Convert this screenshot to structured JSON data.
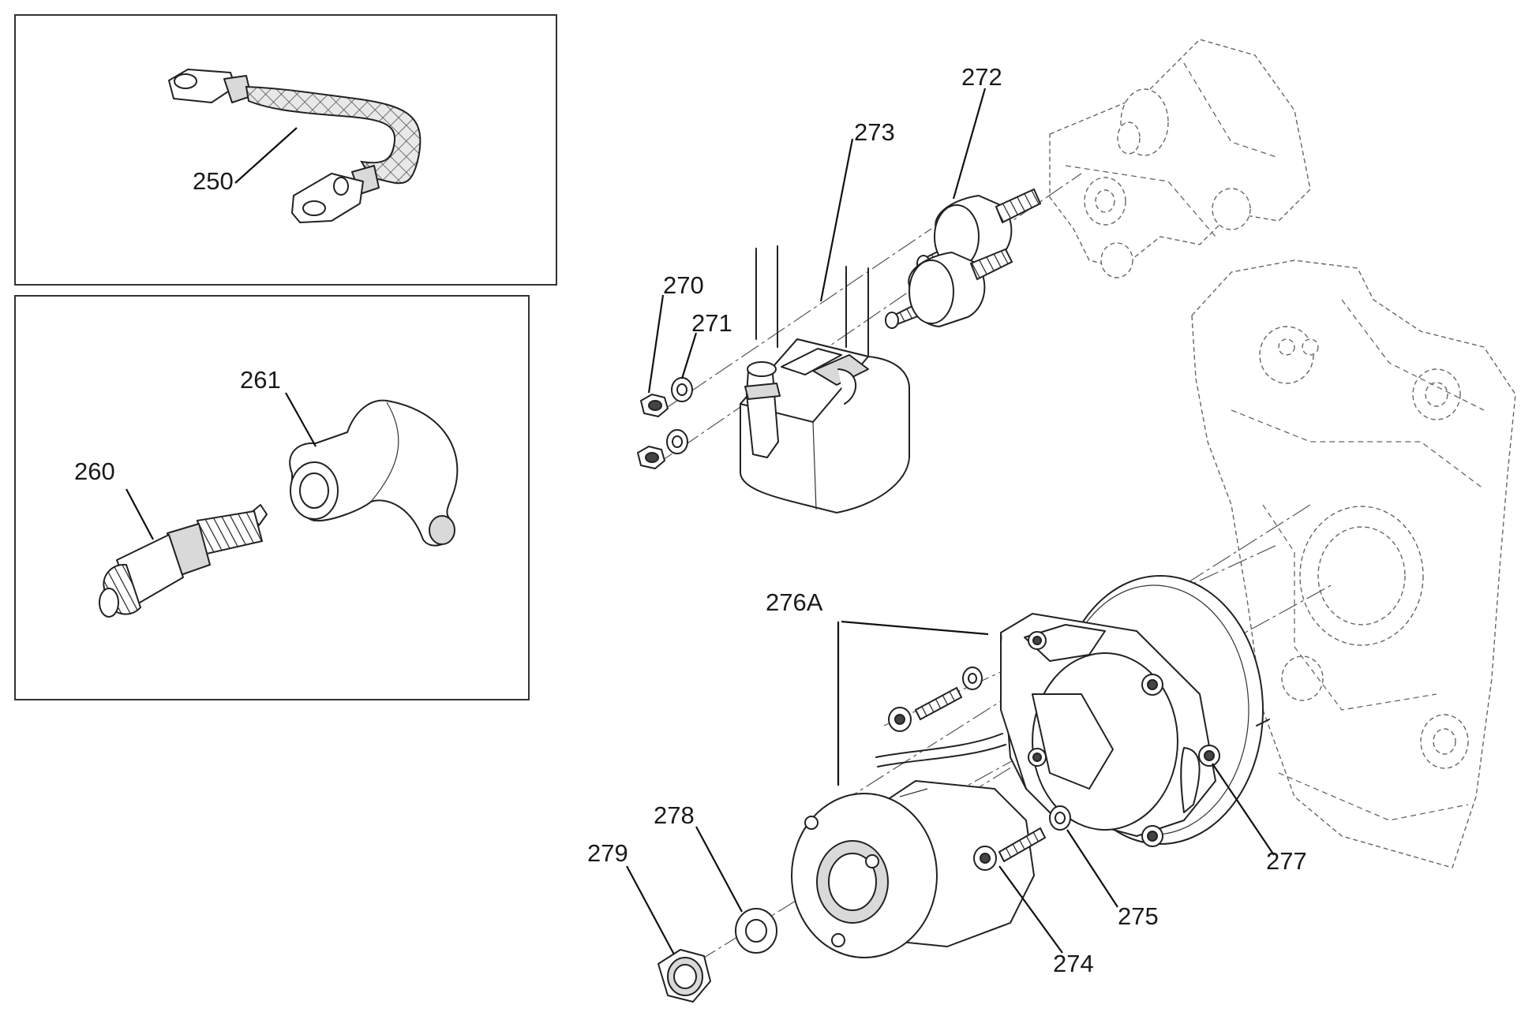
{
  "callouts": {
    "c250": "250",
    "c260": "260",
    "c261": "261",
    "c270": "270",
    "c271": "271",
    "c272": "272",
    "c273": "273",
    "c274": "274",
    "c275": "275",
    "c276A": "276A",
    "c277": "277",
    "c278": "278",
    "c279": "279"
  }
}
